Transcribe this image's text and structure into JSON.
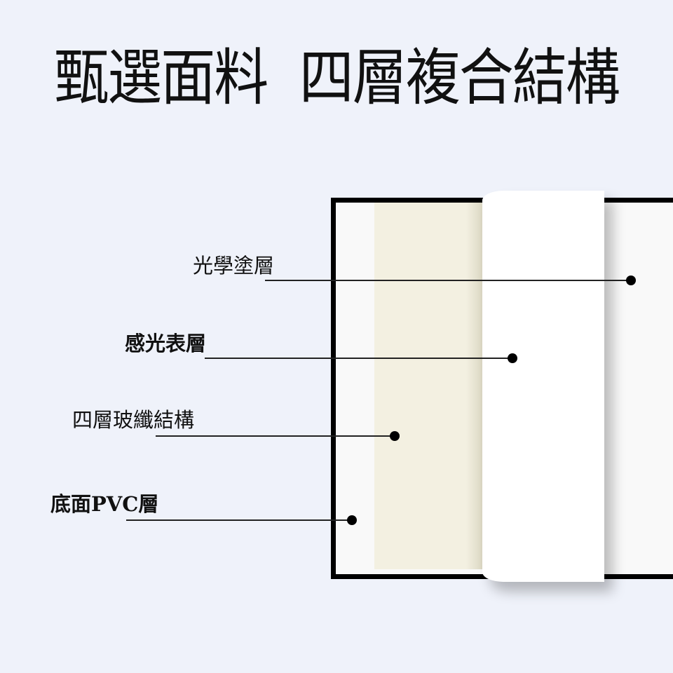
{
  "title": "甄選面料  四層複合結構",
  "layers": [
    {
      "label": "光學塗層"
    },
    {
      "label": "感光表層"
    },
    {
      "label": "四層玻纖結構"
    },
    {
      "label": "底面PVC層"
    }
  ],
  "colors": {
    "background": "#eff2fa",
    "fiber_layer": "#f3f0e1",
    "frame": "#000000"
  }
}
